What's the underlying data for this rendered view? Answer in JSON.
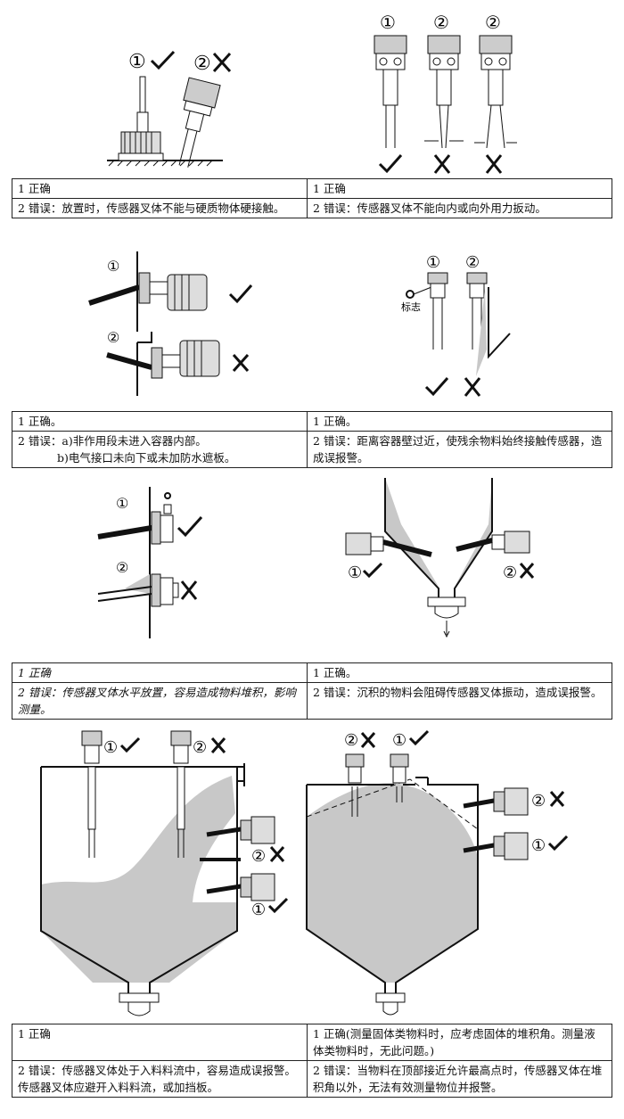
{
  "markers": {
    "n1": "①",
    "n2": "②"
  },
  "labels": {
    "flag": "标志"
  },
  "sections": [
    {
      "left": [
        "1 正确",
        "2 错误：放置时，传感器叉体不能与硬质物体硬接触。"
      ],
      "right": [
        "1 正确",
        "2 错误：传感器叉体不能向内或向外用力扳动。"
      ]
    },
    {
      "left": [
        "1 正确。",
        "2 错误：a)非作用段未进入容器内部。",
        "b)电气接口未向下或未加防水遮板。"
      ],
      "right": [
        "1 正确。",
        "2 错误：距离容器壁过近，使残余物料始终接触传感器，造成误报警。"
      ]
    },
    {
      "left": [
        "1 正确",
        "2 错误：传感器叉体水平放置，容易造成物料堆积，影响测量。"
      ],
      "right": [
        "1 正确。",
        "2 错误：沉积的物料会阻碍传感器叉体振动，造成误报警。"
      ]
    },
    {
      "left": [
        "1 正确",
        "2 错误：传感器叉体处于入料料流中，容易造成误报警。传感器叉体应避开入料料流，或加挡板。"
      ],
      "right": [
        "1 正确(测量固体类物料时，应考虑固体的堆积角。测量液体类物料时，无此问题。)",
        "2 错误：当物料在顶部接近允许最高点时，传感器叉体在堆积角以外，无法有效测量物位并报警。"
      ]
    }
  ]
}
